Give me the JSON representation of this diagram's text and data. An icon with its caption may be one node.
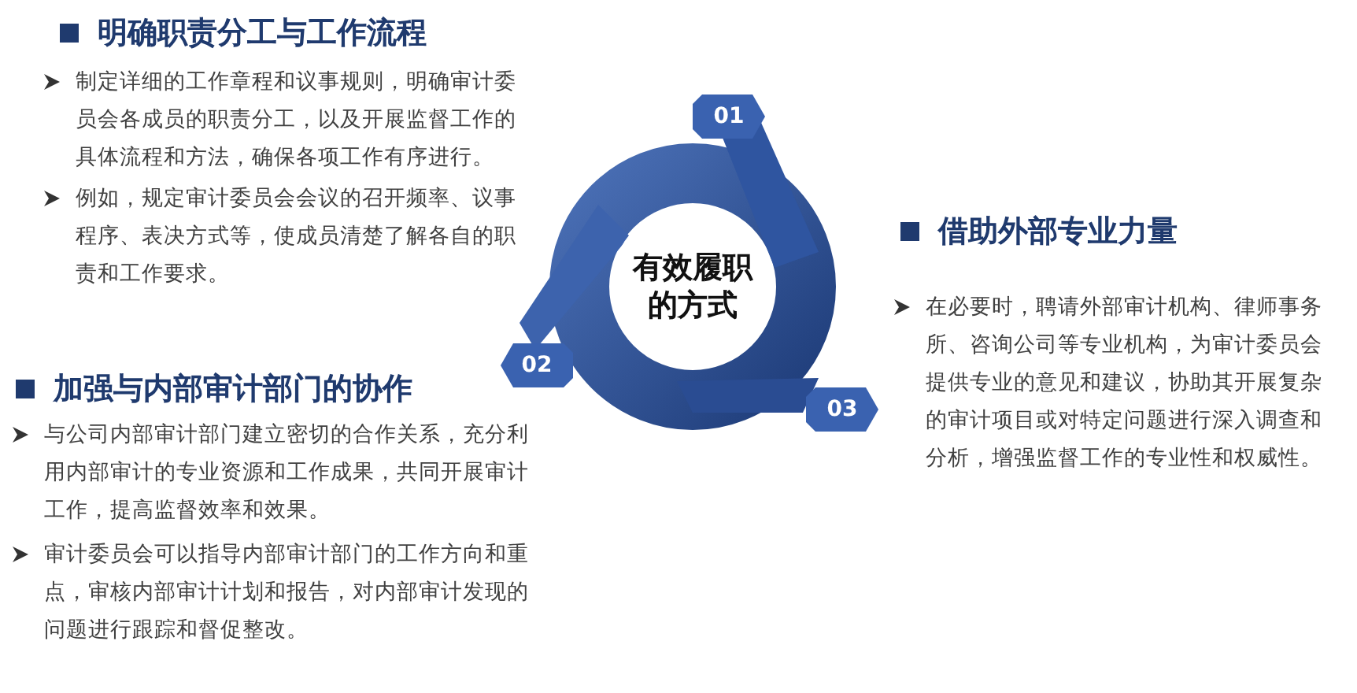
{
  "diagram": {
    "nodes": [
      {
        "text": [
          "有效履职的方式"
        ]
      },
      {
        "text": [
          "01"
        ]
      },
      {
        "text": [
          "02"
        ]
      },
      {
        "text": [
          "03"
        ]
      }
    ],
    "labels": [
      "明确职责分工与工作流程",
      "制定详细的工作章程和议事规则，明确审计委员会各成员的职责分工，以及开展监督工作的具体流程和方法，确保各项工作有序进行。",
      "例如，规定审计委员会会议的召开频率、议事程序、表决方式等，使成员清楚了解各自的职责和工作要求。",
      "加强与内部审计部门的协作",
      "与公司内部审计部门建立密切的合作关系，充分利用内部审计的专业资源和工作成果，共同开展审计工作，提高监督效率和效果。",
      "审计委员会可以指导内部审计部门的工作方向和重点，审核内部审计计划和报告，对内部审计发现的问题进行跟踪和督促整改。",
      "借助外部专业力量",
      "在必要时，聘请外部审计机构、律师事务所、咨询公司等专业机构，为审计委员会提供专业的意见和建议，协助其开展复杂的审计项目或对特定问题进行深入调查和分析，增强监督工作的专业性和权威性。"
    ]
  }
}
